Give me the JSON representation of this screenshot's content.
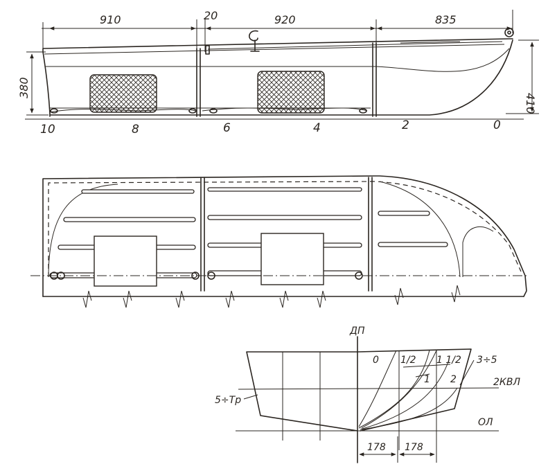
{
  "side_view": {
    "dimensions": {
      "bay_1": "910",
      "gap": "20",
      "bay_2": "920",
      "bow_section": "835",
      "height_stern": "380",
      "height_bow": "410"
    },
    "stations": [
      "10",
      "8",
      "6",
      "4",
      "2",
      "0"
    ]
  },
  "section_view": {
    "center_plane": "ДП",
    "waterline_label": "2КВЛ",
    "baseline_label": "ОЛ",
    "transom_label": "5÷Тр",
    "frame_labels": [
      "0",
      "1/2",
      "1 1/2",
      "3÷5",
      "1",
      "2"
    ],
    "spacing_1": "178",
    "spacing_2": "178"
  }
}
